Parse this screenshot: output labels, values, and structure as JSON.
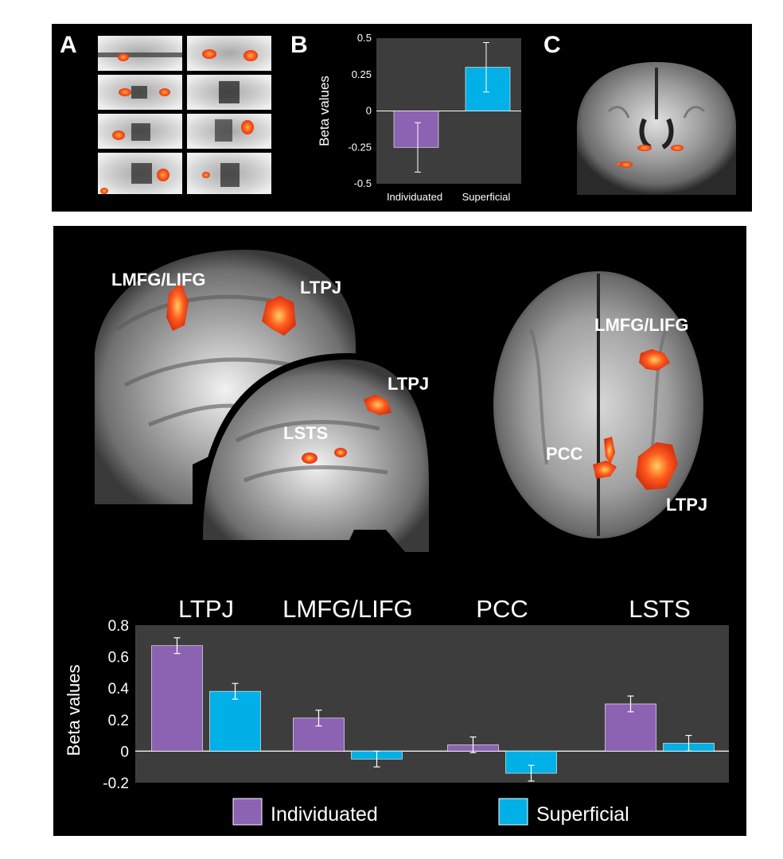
{
  "panel_letters": [
    "A",
    "B",
    "C"
  ],
  "brain_labels": {
    "sagittal1_lmfg": "LMFG/LIFG",
    "sagittal1_ltpj": "LTPJ",
    "sagittal2_ltpj": "LTPJ",
    "sagittal2_lsts": "LSTS",
    "axial_lmfg": "LMFG/LIFG",
    "axial_pcc": "PCC",
    "axial_ltpj": "LTPJ"
  },
  "colors": {
    "individuated": "#8c62b3",
    "superficial": "#00b0e6",
    "activation": "#ff5a1e",
    "plot_bg": "#3d3d3d"
  },
  "chart_data": [
    {
      "type": "bar",
      "panel": "B",
      "categories": [
        "Individuated",
        "Superficial"
      ],
      "values": [
        -0.25,
        0.3
      ],
      "errors": [
        0.17,
        0.17
      ],
      "ylabel": "Beta values",
      "ylim": [
        -0.5,
        0.5
      ],
      "yticks": [
        "0.5",
        "0.25",
        "0",
        "-0.25",
        "-0.5"
      ],
      "ytick_values": [
        0.5,
        0.25,
        0,
        -0.25,
        -0.5
      ]
    },
    {
      "type": "bar",
      "groups": [
        "LTPJ",
        "LMFG/LIFG",
        "PCC",
        "LSTS"
      ],
      "series": [
        {
          "name": "Individuated",
          "values": [
            0.67,
            0.21,
            0.04,
            0.3
          ],
          "errors": [
            0.05,
            0.05,
            0.05,
            0.05
          ]
        },
        {
          "name": "Superficial",
          "values": [
            0.38,
            -0.05,
            -0.14,
            0.05
          ],
          "errors": [
            0.05,
            0.05,
            0.05,
            0.05
          ]
        }
      ],
      "ylabel": "Beta values",
      "ylim": [
        -0.2,
        0.8
      ],
      "yticks": [
        "0.8",
        "0.6",
        "0.4",
        "0.2",
        "0",
        "-0.2"
      ],
      "ytick_values": [
        0.8,
        0.6,
        0.4,
        0.2,
        0,
        -0.2
      ],
      "legend": [
        "Individuated",
        "Superficial"
      ],
      "legend_position": "bottom"
    }
  ]
}
